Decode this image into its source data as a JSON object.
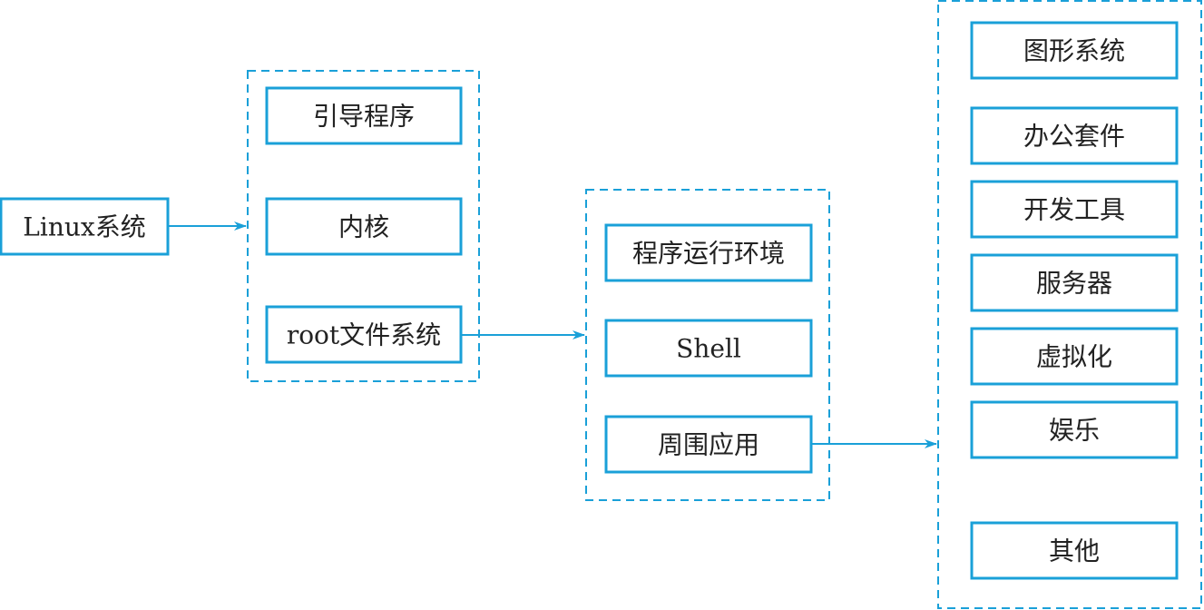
{
  "colors": {
    "accent": "#1aa0d8",
    "text": "#222222",
    "background": "#ffffff"
  },
  "diagram": {
    "root": {
      "label": "Linux系统"
    },
    "group_1": {
      "items": [
        {
          "label": "引导程序"
        },
        {
          "label": "内核"
        },
        {
          "label": "root文件系统"
        }
      ]
    },
    "group_2": {
      "items": [
        {
          "label": "程序运行环境"
        },
        {
          "label": "Shell"
        },
        {
          "label": "周围应用"
        }
      ]
    },
    "group_3": {
      "items": [
        {
          "label": "图形系统"
        },
        {
          "label": "办公套件"
        },
        {
          "label": "开发工具"
        },
        {
          "label": "服务器"
        },
        {
          "label": "虚拟化"
        },
        {
          "label": "娱乐"
        },
        {
          "label": "其他"
        }
      ]
    },
    "edges": [
      {
        "from": "Linux系统",
        "to": "group_1"
      },
      {
        "from": "root文件系统",
        "to": "group_2"
      },
      {
        "from": "周围应用",
        "to": "group_3"
      }
    ]
  }
}
